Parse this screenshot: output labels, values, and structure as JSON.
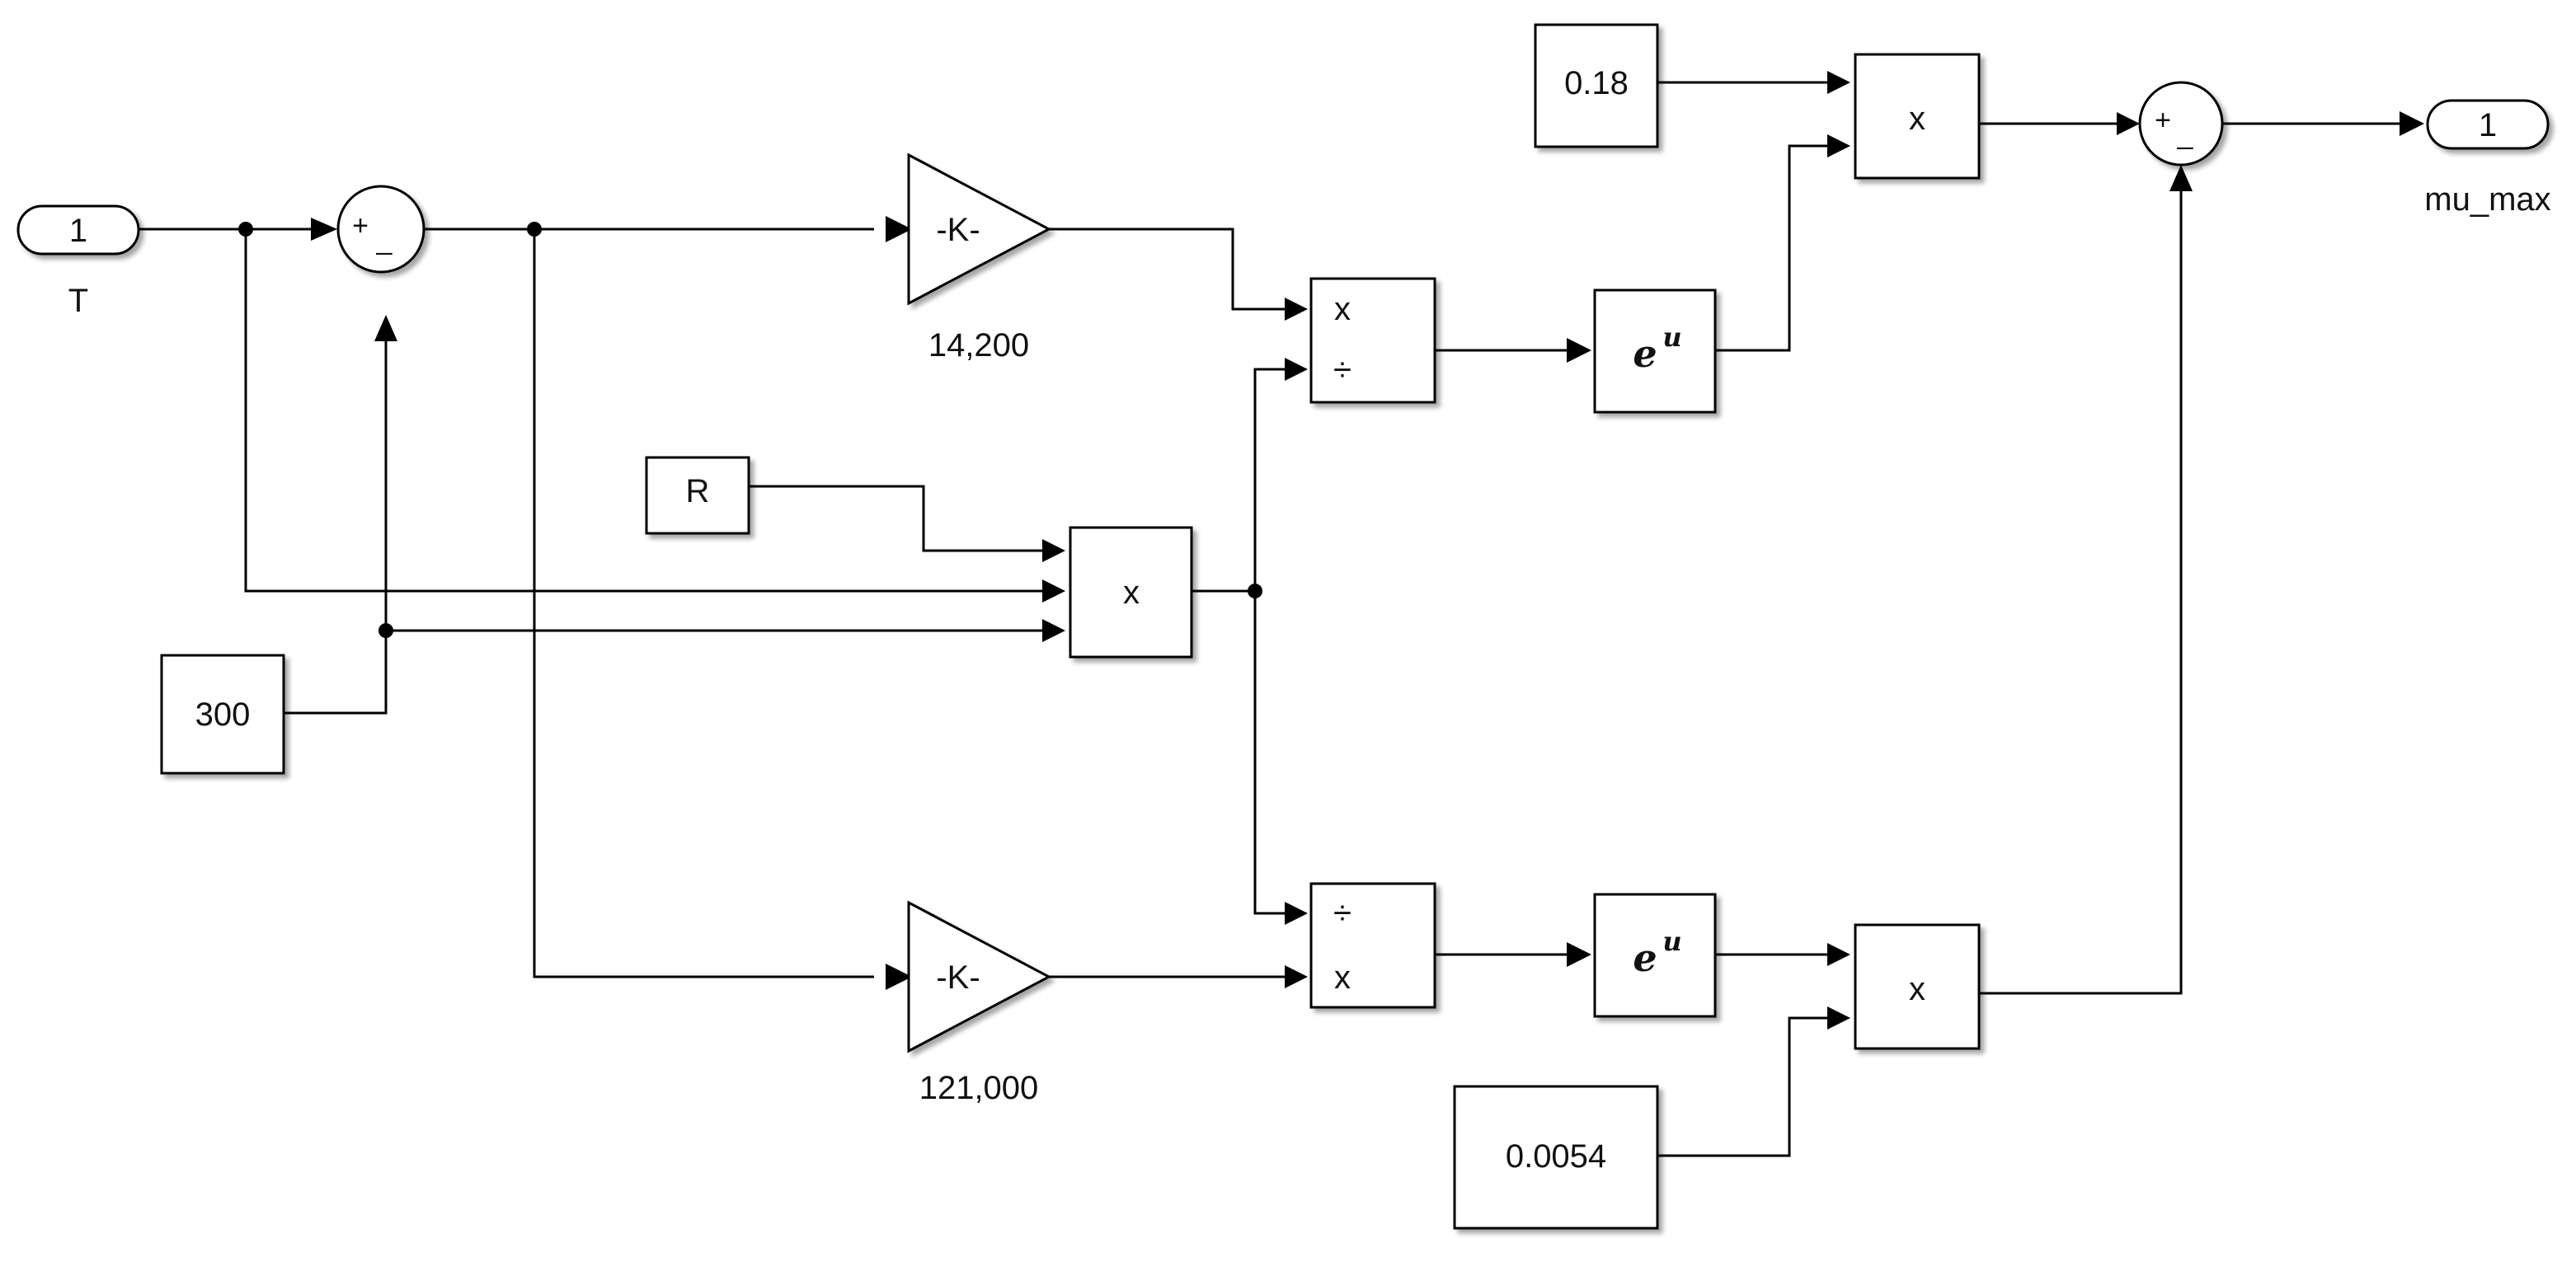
{
  "inport": {
    "number": "1",
    "name": "T"
  },
  "outport": {
    "number": "1",
    "name": "mu_max"
  },
  "constants": {
    "c300": "300",
    "cR": "R",
    "c018": "0.18",
    "c0054": "0.0054"
  },
  "gains": {
    "gain1": {
      "symbol": "-K-",
      "label": "14,200"
    },
    "gain2": {
      "symbol": "-K-",
      "label": "121,000"
    }
  },
  "sum_signs": {
    "plus": "+",
    "minus": "_"
  },
  "product_signs": {
    "multiply": "x",
    "divide": "÷"
  },
  "math_function": {
    "base": "e",
    "exponent": "u"
  }
}
